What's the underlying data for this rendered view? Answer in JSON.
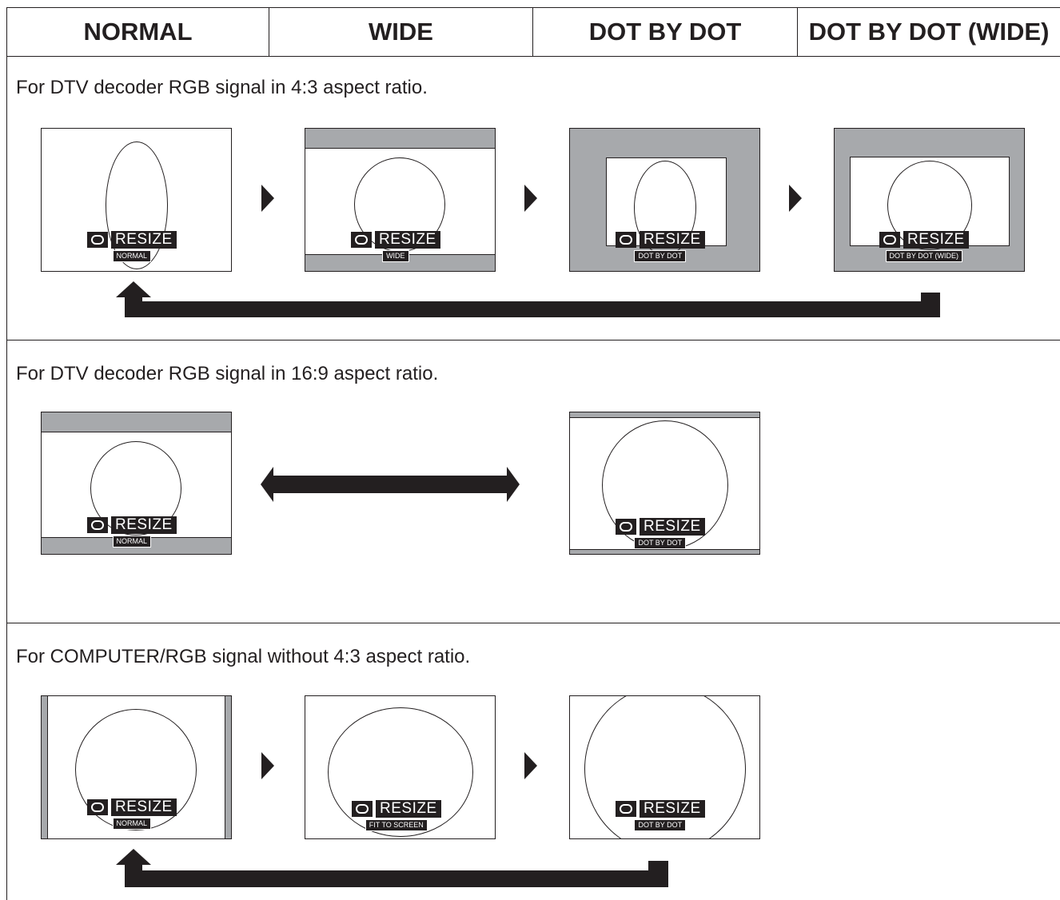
{
  "headers": [
    "NORMAL",
    "WIDE",
    "DOT BY DOT",
    "DOT BY DOT (WIDE)"
  ],
  "sections": [
    {
      "caption": "For DTV decoder RGB signal in 4:3 aspect ratio.",
      "screens": [
        {
          "osd": "RESIZE",
          "mode": "NORMAL"
        },
        {
          "osd": "RESIZE",
          "mode": "WIDE"
        },
        {
          "osd": "RESIZE",
          "mode": "DOT BY DOT"
        },
        {
          "osd": "RESIZE",
          "mode": "DOT BY DOT (WIDE)"
        }
      ]
    },
    {
      "caption": "For DTV decoder RGB signal in 16:9 aspect ratio.",
      "screens": [
        {
          "osd": "RESIZE",
          "mode": "NORMAL"
        },
        {
          "osd": "RESIZE",
          "mode": "DOT BY DOT"
        }
      ]
    },
    {
      "caption": "For COMPUTER/RGB signal without 4:3 aspect ratio.",
      "screens": [
        {
          "osd": "RESIZE",
          "mode": "NORMAL"
        },
        {
          "osd": "RESIZE",
          "mode": "FIT TO SCREEN"
        },
        {
          "osd": "RESIZE",
          "mode": "DOT BY DOT"
        }
      ]
    }
  ],
  "colors": {
    "ink": "#231f20",
    "gray": "#a7a9ac"
  }
}
